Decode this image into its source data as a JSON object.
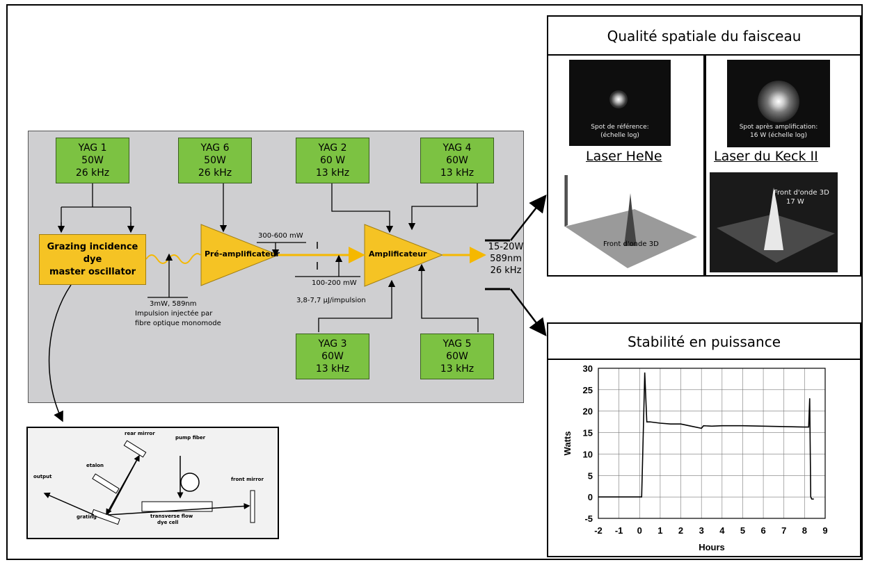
{
  "yags": [
    {
      "name": "YAG 1",
      "power": "50W",
      "freq": "26 kHz"
    },
    {
      "name": "YAG 6",
      "power": "50W",
      "freq": "26 kHz"
    },
    {
      "name": "YAG 2",
      "power": "60 W",
      "freq": "13 kHz"
    },
    {
      "name": "YAG 4",
      "power": "60W",
      "freq": "13 kHz"
    },
    {
      "name": "YAG 3",
      "power": "60W",
      "freq": "13 kHz"
    },
    {
      "name": "YAG 5",
      "power": "60W",
      "freq": "13 kHz"
    }
  ],
  "oscillator": {
    "line1": "Grazing incidence dye",
    "line2": "master oscillator"
  },
  "preamp": "Pré-amplificateur",
  "amp": "Amplificateur",
  "labels": {
    "preamp_power": "300-600 mW",
    "mid_power": "100-200 mW",
    "pulse_energy": "3,8-7,7 µJ/impulsion",
    "seed": "3mW, 589nm",
    "seed_note1": "Impulsion injectée par",
    "seed_note2": "fibre optique monomode"
  },
  "output": {
    "power": "15-20W",
    "wavelength": "589nm",
    "freq": "26 kHz"
  },
  "beam_panel": {
    "title": "Qualité spatiale du faisceau",
    "left": {
      "spot_line1": "Spot de référence:",
      "spot_line2": "(échelle log)",
      "laser": "Laser HeNe",
      "plot_label": "Front d'onde 3D"
    },
    "right": {
      "spot_line1": "Spot après amplification:",
      "spot_line2": "16 W (échelle log)",
      "laser": "Laser du Keck II",
      "plot_label1": "Front d'onde 3D",
      "plot_label2": "17 W"
    }
  },
  "stability_panel": {
    "title": "Stabilité en puissance"
  },
  "cavity": {
    "rear_mirror": "rear mirror",
    "pump_fiber": "pump fiber",
    "etalon": "etalon",
    "output": "output",
    "front_mirror": "front mirror",
    "grating": "grating",
    "dye_cell1": "transverse flow",
    "dye_cell2": "dye cell"
  },
  "colors": {
    "yag": "#7cc242",
    "amp": "#f5c324",
    "beam": "#f5b800",
    "background": "#cfcfd1"
  },
  "chart_data": {
    "type": "line",
    "xlabel": "Hours",
    "ylabel": "Watts",
    "xlim": [
      -2,
      9
    ],
    "ylim": [
      -5,
      30
    ],
    "xticks": [
      -2,
      -1,
      0,
      1,
      2,
      3,
      4,
      5,
      6,
      7,
      8,
      9
    ],
    "yticks": [
      -5,
      0,
      5,
      10,
      15,
      20,
      25,
      30
    ],
    "grid": true,
    "series": [
      {
        "x": [
          -2,
          -1,
          -0.5,
          0,
          0.1,
          0.2,
          0.25,
          0.35,
          0.5,
          1,
          1.5,
          2,
          2.5,
          3,
          3.1,
          3.5,
          4,
          5,
          6,
          7,
          8,
          8.2,
          8.25,
          8.3,
          8.35,
          8.45
        ],
        "y": [
          0,
          0,
          0,
          0,
          0,
          19,
          29,
          17.5,
          17.5,
          17.2,
          17,
          17,
          16.5,
          16,
          16.6,
          16.5,
          16.6,
          16.6,
          16.5,
          16.4,
          16.3,
          16.3,
          23,
          0,
          -0.5,
          -0.5
        ]
      }
    ]
  }
}
